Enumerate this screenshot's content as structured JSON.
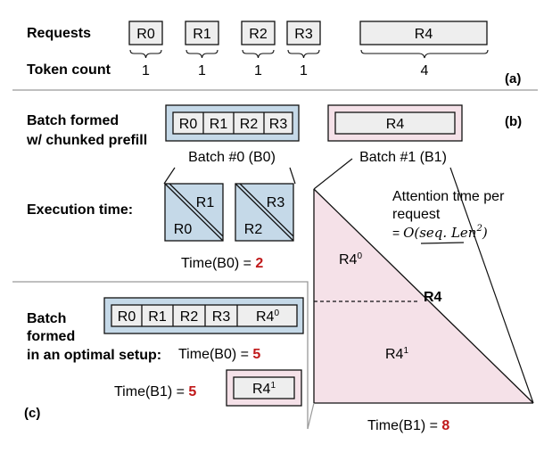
{
  "section_a": {
    "row_label_requests": "Requests",
    "row_label_tokens": "Token count",
    "requests": [
      {
        "label": "R0",
        "tokens": "1"
      },
      {
        "label": "R1",
        "tokens": "1"
      },
      {
        "label": "R2",
        "tokens": "1"
      },
      {
        "label": "R3",
        "tokens": "1"
      },
      {
        "label": "R4",
        "tokens": "4"
      }
    ],
    "tag": "(a)"
  },
  "section_b": {
    "title_line1": "Batch formed",
    "title_line2": "w/ chunked prefill",
    "batch0_items": [
      "R0",
      "R1",
      "R2",
      "R3"
    ],
    "batch1_item": "R4",
    "batch0_label": "Batch #0 (B0)",
    "batch1_label": "Batch #1 (B1)",
    "exec_label": "Execution time:",
    "tri1_top": "R1",
    "tri1_bottom": "R0",
    "tri2_top": "R3",
    "tri2_bottom": "R2",
    "time_b0_prefix": "Time(B0) = ",
    "time_b0_value": "2",
    "attn_line1": "Attention time per",
    "attn_line2": "request",
    "attn_line3_prefix": "= ",
    "attn_formula": "O(seq. Len",
    "attn_sup": "2",
    "attn_close": ")",
    "big_r40_base": "R4",
    "big_r40_sup": "0",
    "big_r4": "R4",
    "big_r41_base": "R4",
    "big_r41_sup": "1",
    "time_b1_prefix": "Time(B1) = ",
    "time_b1_value": "8",
    "tag": "(b)"
  },
  "section_c": {
    "title_line1": "Batch",
    "title_line2": "formed",
    "title_line3": "in an optimal setup:",
    "batch_items": [
      "R0",
      "R1",
      "R2",
      "R3"
    ],
    "batch_last_base": "R4",
    "batch_last_sup": "0",
    "time_b0_prefix": "Time(B0) = ",
    "time_b0_value": "5",
    "time_b1_prefix": "Time(B1) = ",
    "time_b1_value": "5",
    "b1_base": "R4",
    "b1_sup": "1",
    "tag": "(c)"
  },
  "colors": {
    "blue_fill": "#c5d9e8",
    "pink_fill": "#f5e1e8",
    "box_fill": "#eeeeee",
    "accent_red": "#c0191a"
  }
}
